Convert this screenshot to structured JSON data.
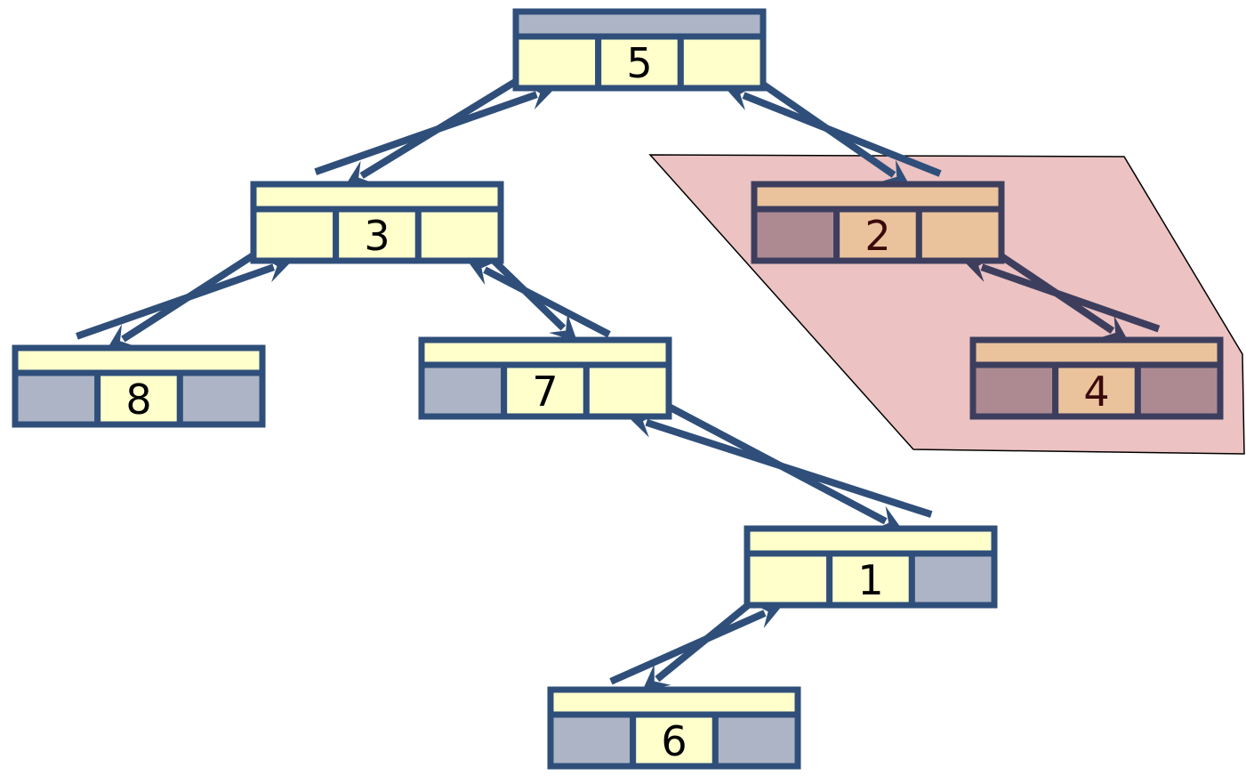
{
  "diagram": {
    "nodes": [
      {
        "id": "n5",
        "value": "5",
        "has_parent": false,
        "left_child": true,
        "right_child": true,
        "highlighted": false
      },
      {
        "id": "n3",
        "value": "3",
        "has_parent": true,
        "left_child": true,
        "right_child": true,
        "highlighted": false
      },
      {
        "id": "n2",
        "value": "2",
        "has_parent": true,
        "left_child": false,
        "right_child": true,
        "highlighted": true
      },
      {
        "id": "n8",
        "value": "8",
        "has_parent": true,
        "left_child": false,
        "right_child": false,
        "highlighted": false
      },
      {
        "id": "n7",
        "value": "7",
        "has_parent": true,
        "left_child": false,
        "right_child": true,
        "highlighted": false
      },
      {
        "id": "n4",
        "value": "4",
        "has_parent": true,
        "left_child": false,
        "right_child": false,
        "highlighted": true
      },
      {
        "id": "n1",
        "value": "1",
        "has_parent": true,
        "left_child": true,
        "right_child": false,
        "highlighted": false
      },
      {
        "id": "n6",
        "value": "6",
        "has_parent": true,
        "left_child": false,
        "right_child": false,
        "highlighted": false
      }
    ],
    "edges": [
      {
        "parent": "n5",
        "child": "n3",
        "side": "left"
      },
      {
        "parent": "n5",
        "child": "n2",
        "side": "right"
      },
      {
        "parent": "n3",
        "child": "n8",
        "side": "left"
      },
      {
        "parent": "n3",
        "child": "n7",
        "side": "right"
      },
      {
        "parent": "n2",
        "child": "n4",
        "side": "right"
      },
      {
        "parent": "n7",
        "child": "n1",
        "side": "right"
      },
      {
        "parent": "n1",
        "child": "n6",
        "side": "left"
      }
    ],
    "highlight_region": {
      "contains": [
        "n2",
        "n4"
      ]
    },
    "colors": {
      "stroke": "#2f4f7a",
      "cell_fill": "#ffffcc",
      "null_fill": "#adb4c5",
      "highlight_region_fill": "#ecc2c2",
      "highlight_stroke": "#3d3e5e",
      "highlight_cell_fill": "#eac39c",
      "highlight_null_fill": "#ad8a92",
      "highlight_text": "#3a0a0a",
      "text": "#000000"
    }
  }
}
